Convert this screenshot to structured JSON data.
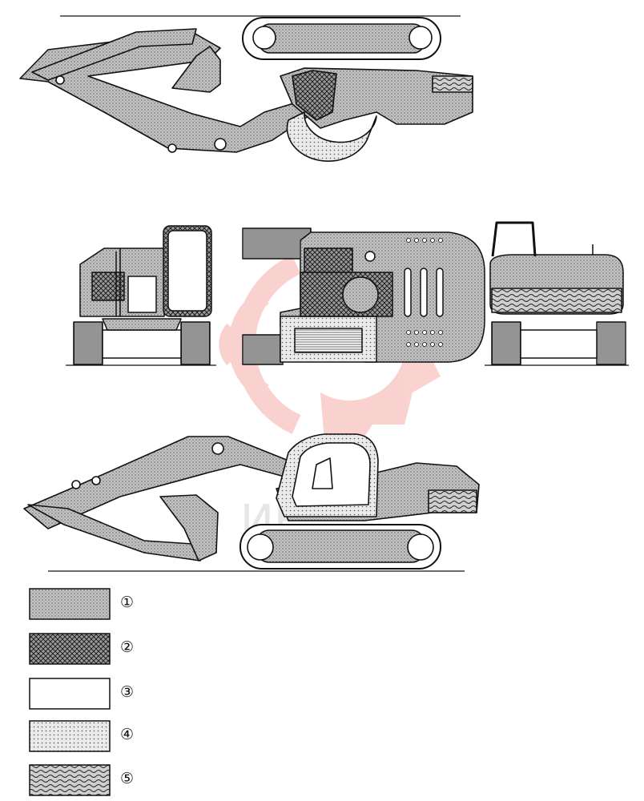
{
  "legend": [
    {
      "key": "1",
      "marker": "①",
      "pattern": "fine-dot"
    },
    {
      "key": "2",
      "marker": "②",
      "pattern": "crosshatch"
    },
    {
      "key": "3",
      "marker": "③",
      "pattern": "plain"
    },
    {
      "key": "4",
      "marker": "④",
      "pattern": "light-dot"
    },
    {
      "key": "5",
      "marker": "⑤",
      "pattern": "wave"
    }
  ],
  "watermark": {
    "text": "ИЕ",
    "color": "#e8322b"
  },
  "colors": {
    "ink": "#111111",
    "paper": "#ffffff",
    "fill_1": "#b9b9b9",
    "fill_4": "#d9d9d9"
  }
}
